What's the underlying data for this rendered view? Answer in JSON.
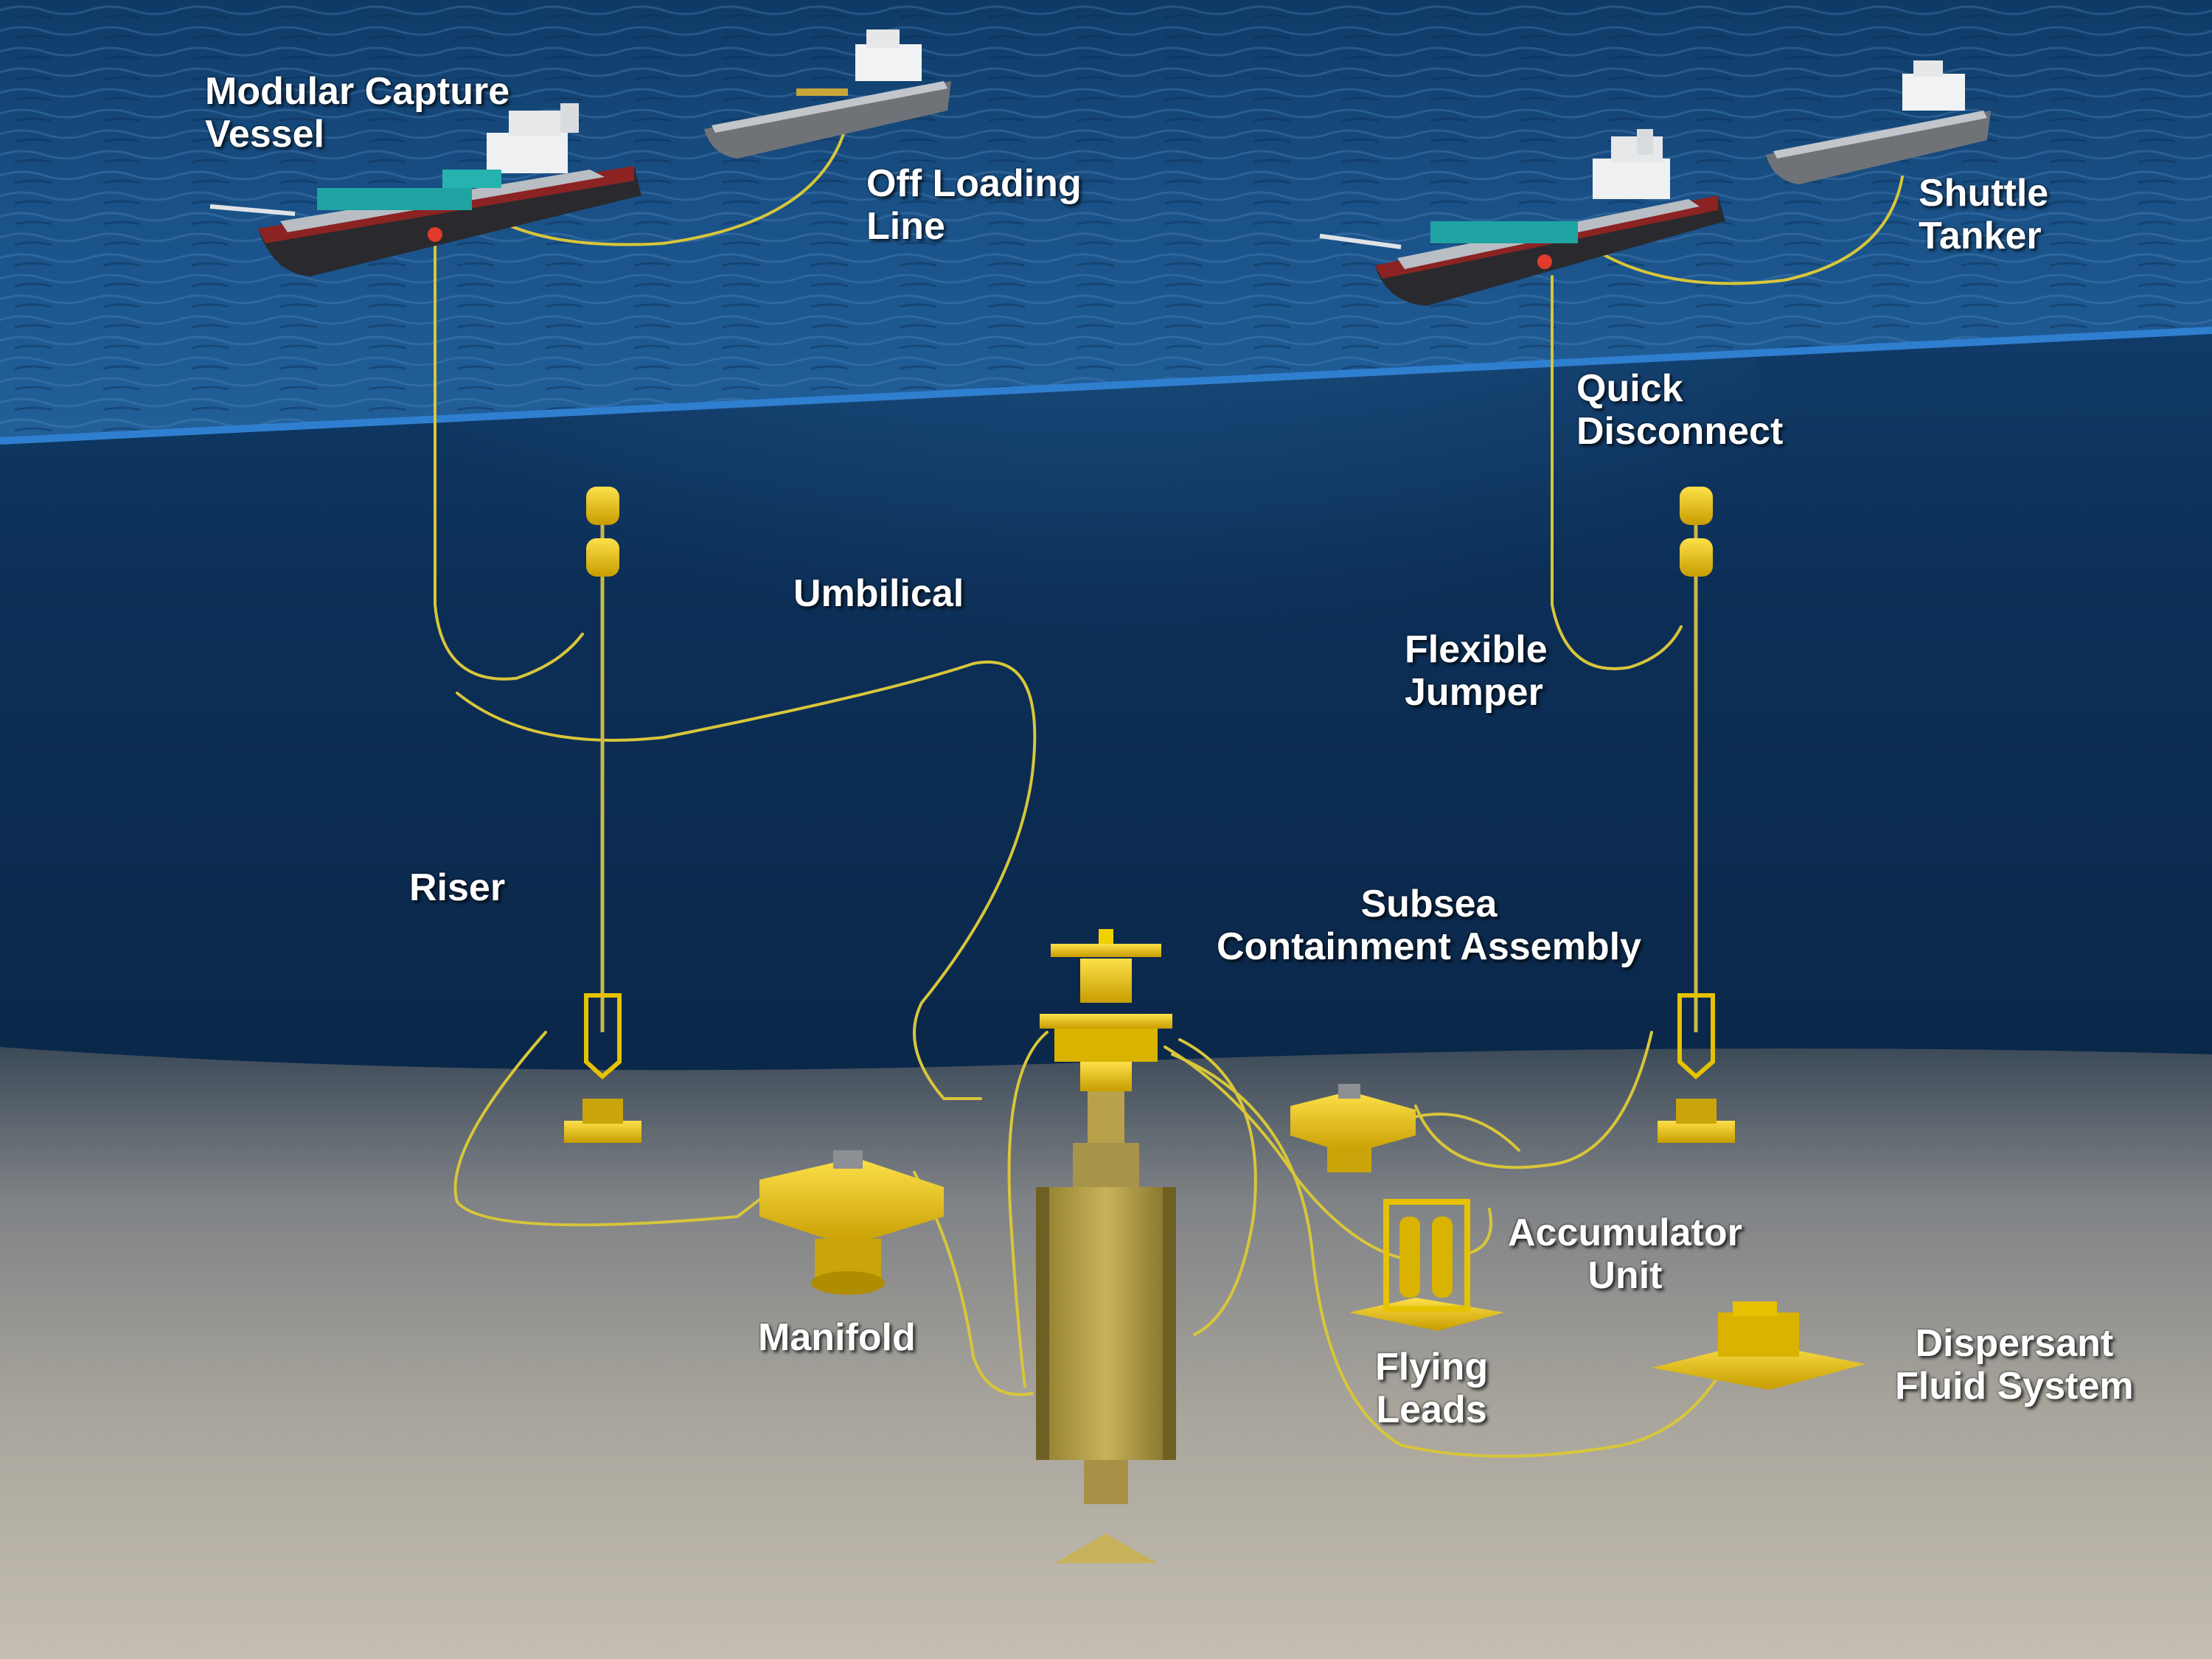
{
  "colors": {
    "sea_surface": "#164a7d",
    "deep_water": "#0a2545",
    "seabed": "#b3aea4",
    "equipment_yellow": "#e6c200",
    "cable_yellow": "#d8c63a",
    "hull_dark": "#2a2a2e",
    "deck_teal": "#1fa3a3",
    "label_text": "#ffffff"
  },
  "labels": {
    "modular_capture_vessel": [
      "Modular Capture",
      "Vessel"
    ],
    "off_loading_line": [
      "Off Loading",
      "Line"
    ],
    "shuttle_tanker": [
      "Shuttle",
      "Tanker"
    ],
    "quick_disconnect": [
      "Quick",
      "Disconnect"
    ],
    "umbilical": [
      "Umbilical"
    ],
    "flexible_jumper": [
      "Flexible",
      "Jumper"
    ],
    "riser": [
      "Riser"
    ],
    "subsea_containment_assembly": [
      "Subsea",
      "Containment Assembly"
    ],
    "accumulator_unit": [
      "Accumulator",
      "Unit"
    ],
    "manifold": [
      "Manifold"
    ],
    "flying_leads": [
      "Flying",
      "Leads"
    ],
    "dispersant_fluid_system": [
      "Dispersant",
      "Fluid System"
    ]
  },
  "icons": {
    "capture_vessel": "ship-icon",
    "shuttle_tanker": "tanker-icon",
    "buoy": "buoyancy-can-icon",
    "riser_base": "riser-base-icon",
    "manifold": "manifold-icon",
    "containment_stack": "subsea-stack-icon",
    "accumulator": "accumulator-icon",
    "dispersant": "dispersant-skid-icon"
  }
}
